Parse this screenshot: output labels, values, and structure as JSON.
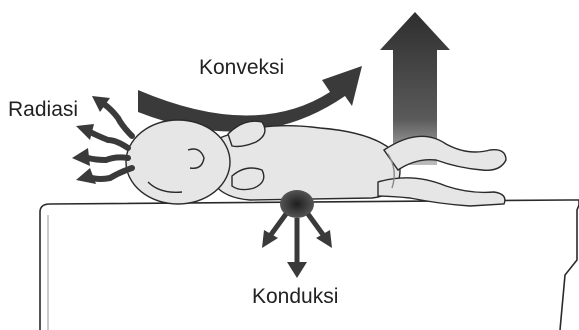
{
  "labels": {
    "konveksi": "Konveksi",
    "radiasi": "Radiasi",
    "konduksi": "Konduksi"
  },
  "colors": {
    "arrow_dark": "#3a3a3a",
    "outline": "#2a2a2a",
    "baby_fill": "#e3e3e3",
    "table_fill": "#ffffff"
  },
  "icons": {
    "convection_arrow": "curved-arrow",
    "evaporation_arrow": "up-arrow",
    "radiation_arrows": "wavy-arrows",
    "conduction_arrows": "spreading-arrows"
  }
}
